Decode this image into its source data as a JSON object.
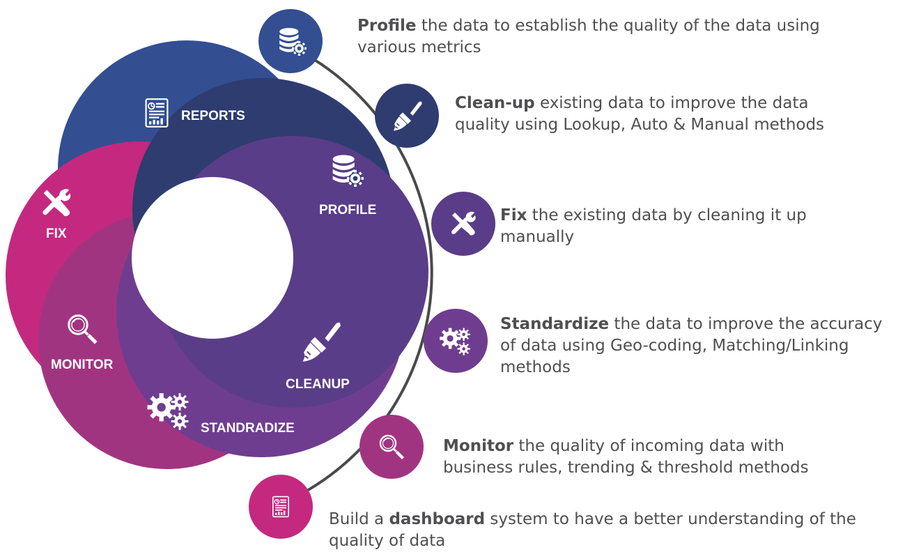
{
  "colors": {
    "navy": "#2e3c70",
    "royal": "#334f91",
    "magenta": "#c4297f",
    "plum": "#a13481",
    "purple": "#6f3d8f",
    "violet": "#5a3d88",
    "arc": "#4a4a4a",
    "text": "#4f4f52"
  },
  "wheel": {
    "segments": [
      {
        "id": "reports",
        "label": "REPORTS",
        "icon": "report-icon"
      },
      {
        "id": "profile",
        "label": "PROFILE",
        "icon": "database-gear-icon"
      },
      {
        "id": "fix",
        "label": "FIX",
        "icon": "tools-icon"
      },
      {
        "id": "monitor",
        "label": "MONITOR",
        "icon": "magnifier-icon"
      },
      {
        "id": "cleanup",
        "label": "CLEANUP",
        "icon": "brush-icon"
      },
      {
        "id": "standardize",
        "label": "STANDRADIZE",
        "icon": "gears-icon"
      }
    ]
  },
  "steps": [
    {
      "id": "profile",
      "icon": "database-gear-icon",
      "bold": "Profile",
      "before": "",
      "after": " the data to establish the quality of the data using",
      "line2": "various metrics"
    },
    {
      "id": "cleanup",
      "icon": "brush-icon",
      "bold": "Clean-up",
      "before": "",
      "after": " existing data to improve the data",
      "line2": "quality using Lookup, Auto & Manual methods"
    },
    {
      "id": "fix",
      "icon": "tools-icon",
      "bold": "Fix",
      "before": "",
      "after": " the existing data by cleaning it up",
      "line2": "manually"
    },
    {
      "id": "standardize",
      "icon": "gears-icon",
      "bold": "Standardize",
      "before": "",
      "after": " the data to improve the accuracy",
      "line2": "of data using Geo-coding, Matching/Linking",
      "line3": "methods"
    },
    {
      "id": "monitor",
      "icon": "magnifier-icon",
      "bold": "Monitor",
      "before": "",
      "after": " the quality of incoming data with",
      "line2": "business rules, trending & threshold methods"
    },
    {
      "id": "dashboard",
      "icon": "report-icon",
      "bold": "dashboard",
      "before": "Build a ",
      "after": " system to have a better understanding of the",
      "line2": "quality of data"
    }
  ]
}
